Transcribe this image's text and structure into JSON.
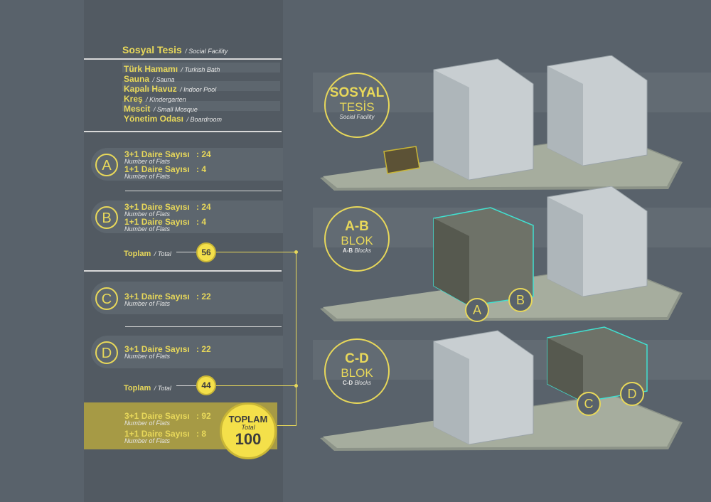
{
  "facility": {
    "title": "Sosyal Tesis",
    "title_en": "/ Social Facility",
    "items": [
      {
        "tr": "Türk Hamamı",
        "en": "/ Turkish Bath"
      },
      {
        "tr": "Sauna",
        "en": "/ Sauna"
      },
      {
        "tr": "Kapalı Havuz",
        "en": "/ Indoor Pool"
      },
      {
        "tr": "Kreş",
        "en": "/ Kindergarten"
      },
      {
        "tr": "Mescit",
        "en": "/ Small Mosque"
      },
      {
        "tr": "Yönetim Odası",
        "en": "/ Boardroom"
      }
    ]
  },
  "blocks": {
    "A": {
      "letter": "A",
      "row1_label": "3+1 Daire Sayısı",
      "row1_value": ": 24",
      "row1_sub": "Number of Flats",
      "row2_label": "1+1 Daire Sayısı",
      "row2_value": ": 4",
      "row2_sub": "Number of Flats"
    },
    "B": {
      "letter": "B",
      "row1_label": "3+1 Daire Sayısı",
      "row1_value": ": 24",
      "row1_sub": "Number of Flats",
      "row2_label": "1+1 Daire Sayısı",
      "row2_value": ": 4",
      "row2_sub": "Number of Flats"
    },
    "C": {
      "letter": "C",
      "row1_label": "3+1 Daire Sayısı",
      "row1_value": ": 22",
      "row1_sub": "Number of Flats"
    },
    "D": {
      "letter": "D",
      "row1_label": "3+1 Daire Sayısı",
      "row1_value": ": 22",
      "row1_sub": "Number of Flats"
    }
  },
  "subtotal_ab": {
    "label": "Toplam",
    "label_en": "/ Total",
    "value": "56"
  },
  "subtotal_cd": {
    "label": "Toplam",
    "label_en": "/ Total",
    "value": "44"
  },
  "total": {
    "row1_label": "3+1 Daire Sayısı",
    "row1_value": ": 92",
    "row1_sub": "Number of Flats",
    "row2_label": "1+1 Daire Sayısı",
    "row2_value": ": 8",
    "row2_sub": "Number of Flats",
    "badge_title": "TOPLAM",
    "badge_sub": "Total",
    "badge_value": "100"
  },
  "panels": [
    {
      "line1": "SOSYAL",
      "line2": "TESİS",
      "sub": "Social Facility"
    },
    {
      "line1": "A-B",
      "line2": "BLOK",
      "sub_bold": "A-B",
      "sub": "Blocks"
    },
    {
      "line1": "C-D",
      "line2": "BLOK",
      "sub_bold": "C-D",
      "sub": "Blocks"
    }
  ],
  "markers": {
    "a": "A",
    "b": "B",
    "c": "C",
    "d": "D"
  },
  "colors": {
    "accent": "#e8d85a",
    "background": "#59626b",
    "panel": "#525a62"
  }
}
